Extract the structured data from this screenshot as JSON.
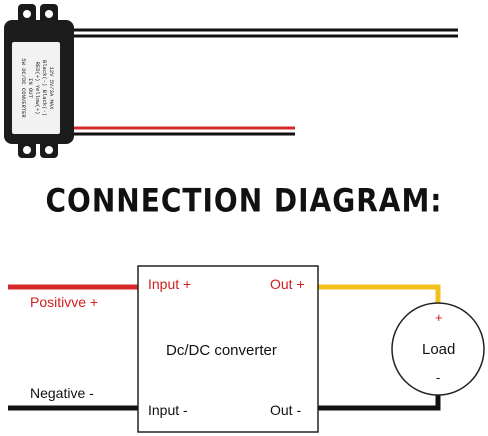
{
  "module": {
    "label_lines": [
      "5W DC/DC CONVERTER",
      "IN        OUT",
      "RED(+)   Yellow(+)",
      "Black(-)  Black(-)",
      "12V     5V/3A MAX"
    ]
  },
  "title": "CONNECTION DIAGRAM:",
  "diagram": {
    "converter_label": "Dc/DC converter",
    "input_plus": "Input +",
    "input_minus": "Input -",
    "out_plus": "Out +",
    "out_minus": "Out -",
    "positive_label": "Positivve +",
    "negative_label": "Negative -",
    "load_label": "Load",
    "load_plus": "+",
    "load_minus": "-"
  },
  "colors": {
    "positive_wire": "#d62a2a",
    "output_positive_wire": "#f1c21b",
    "negative_wire": "#111111",
    "label_red": "#d21f1f"
  }
}
